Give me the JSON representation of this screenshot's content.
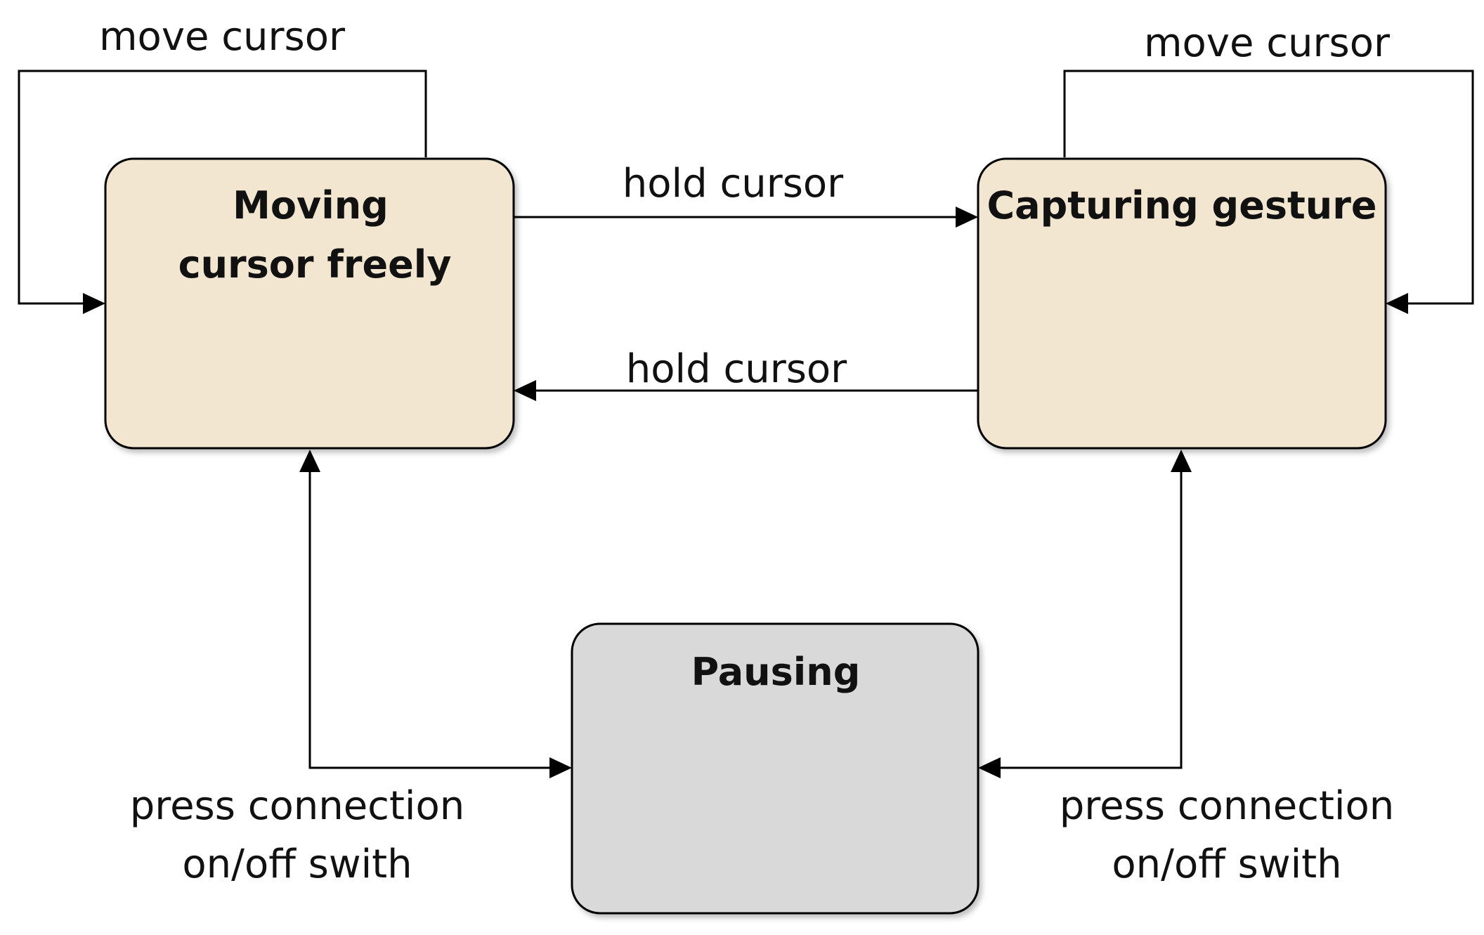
{
  "diagram": {
    "states": {
      "moving": {
        "title_line1": "Moving",
        "title_line2": "cursor freely",
        "fill": "#f2e6d0"
      },
      "capturing": {
        "title": "Capturing gesture",
        "fill": "#f2e6d0"
      },
      "pausing": {
        "title": "Pausing",
        "fill": "#d9d9d9"
      }
    },
    "edges": {
      "moving_self": "move cursor",
      "capturing_self": "move cursor",
      "moving_to_capturing": "hold cursor",
      "capturing_to_moving": "hold cursor",
      "left_switch_line1": "press connection",
      "left_switch_line2": "on/off swith",
      "right_switch_line1": "press connection",
      "right_switch_line2": "on/off swith"
    }
  }
}
